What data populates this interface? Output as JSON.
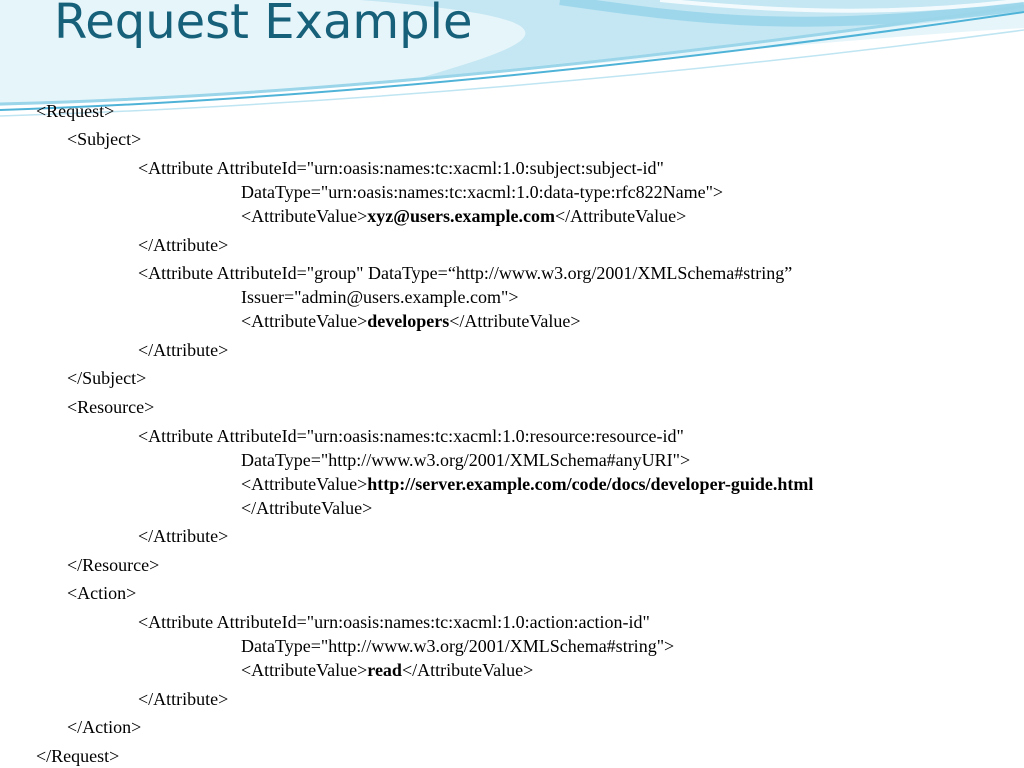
{
  "slide": {
    "title": "Request Example",
    "lines": [
      {
        "indent": 0,
        "pre": "<Request>",
        "bold": "",
        "post": ""
      },
      {
        "indent": 1,
        "pre": "<Subject>",
        "bold": "",
        "post": ""
      },
      {
        "indent": 2,
        "pre": "<Attribute AttributeId=\"urn:oasis:names:tc:xacml:1.0:subject:subject-id\"",
        "bold": "",
        "post": ""
      },
      {
        "indent": 3,
        "pre": "DataType=\"urn:oasis:names:tc:xacml:1.0:data-type:rfc822Name\">",
        "bold": "",
        "post": ""
      },
      {
        "indent": 3,
        "pre": "<AttributeValue>",
        "bold": "xyz@users.example.com",
        "post": "</AttributeValue>"
      },
      {
        "indent": 2,
        "pre": "</Attribute>",
        "bold": "",
        "post": ""
      },
      {
        "indent": 2,
        "pre": " <Attribute AttributeId=\"group\"   DataType=“http://www.w3.org/2001/XMLSchema#string”",
        "bold": "",
        "post": ""
      },
      {
        "indent": 3,
        "pre": "Issuer=\"admin@users.example.com\">",
        "bold": "",
        "post": ""
      },
      {
        "indent": 3,
        "pre": "<AttributeValue>",
        "bold": "developers",
        "post": "</AttributeValue>"
      },
      {
        "indent": 2,
        "pre": "</Attribute>",
        "bold": "",
        "post": ""
      },
      {
        "indent": 1,
        "pre": "</Subject>",
        "bold": "",
        "post": ""
      },
      {
        "indent": 1,
        "pre": "<Resource>",
        "bold": "",
        "post": ""
      },
      {
        "indent": 2,
        "pre": "<Attribute AttributeId=\"urn:oasis:names:tc:xacml:1.0:resource:resource-id\"",
        "bold": "",
        "post": ""
      },
      {
        "indent": 3,
        "pre": "DataType=\"http://www.w3.org/2001/XMLSchema#anyURI\">",
        "bold": "",
        "post": ""
      },
      {
        "indent": 3,
        "pre": "<AttributeValue>",
        "bold": "http://server.example.com/code/docs/developer-guide.html",
        "post": ""
      },
      {
        "indent": 3,
        "pre": "</AttributeValue>",
        "bold": "",
        "post": ""
      },
      {
        "indent": 2,
        "pre": "</Attribute>",
        "bold": "",
        "post": ""
      },
      {
        "indent": 1,
        "pre": "</Resource>",
        "bold": "",
        "post": ""
      },
      {
        "indent": 1,
        "pre": "<Action>",
        "bold": "",
        "post": ""
      },
      {
        "indent": 2,
        "pre": "<Attribute AttributeId=\"urn:oasis:names:tc:xacml:1.0:action:action-id\"",
        "bold": "",
        "post": ""
      },
      {
        "indent": 3,
        "pre": "DataType=\"http://www.w3.org/2001/XMLSchema#string\">",
        "bold": "",
        "post": ""
      },
      {
        "indent": 3,
        "pre": "<AttributeValue>",
        "bold": "read",
        "post": "</AttributeValue>"
      },
      {
        "indent": 2,
        "pre": "</Attribute>",
        "bold": "",
        "post": ""
      },
      {
        "indent": 1,
        "pre": "</Action>",
        "bold": "",
        "post": ""
      },
      {
        "indent": 0,
        "pre": "</Request>",
        "bold": "",
        "post": ""
      }
    ]
  },
  "theme": {
    "title_color": "#17607a",
    "wave_light": "#d7eef6",
    "wave_mid": "#a9dbee",
    "wave_dark": "#4fb3d8"
  }
}
